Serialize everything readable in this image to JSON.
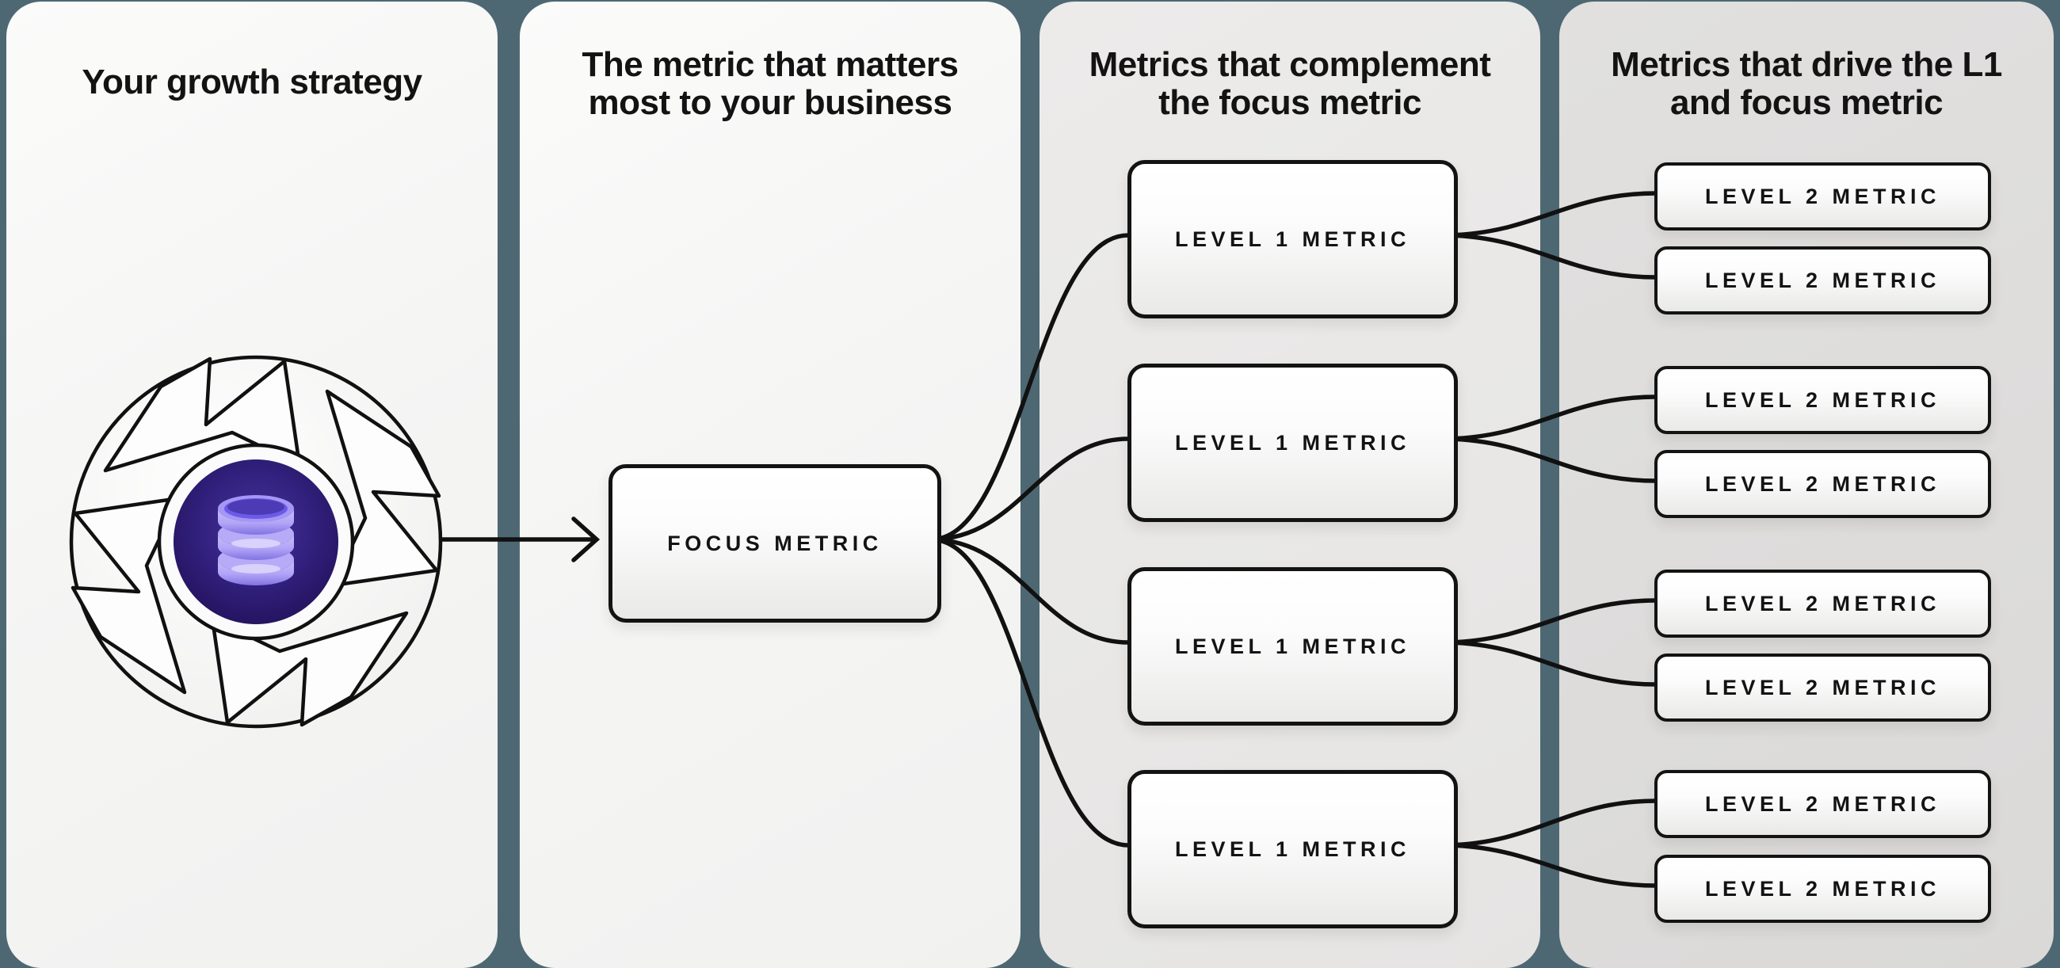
{
  "diagram": {
    "description": "Growth strategy metrics tree diagram",
    "background_color": "#4d6872",
    "line_color": "#111111"
  },
  "columns": [
    {
      "title": "Your growth strategy",
      "panel_bg": "#f5f5f4",
      "icon": "growth-flywheel-with-database"
    },
    {
      "title_line1": "The metric that matters",
      "title_line2": "most to your business",
      "panel_bg": "#f5f5f4",
      "box": {
        "label": "FOCUS METRIC"
      }
    },
    {
      "title_line1": "Metrics that complement",
      "title_line2": "the focus metric",
      "panel_bg": "#e8e7e6",
      "boxes": [
        {
          "label": "LEVEL 1 METRIC"
        },
        {
          "label": "LEVEL 1 METRIC"
        },
        {
          "label": "LEVEL 1 METRIC"
        },
        {
          "label": "LEVEL 1 METRIC"
        }
      ]
    },
    {
      "title_line1": "Metrics that drive the L1",
      "title_line2": "and focus metric",
      "panel_bg": "#dddcdb",
      "boxes": [
        {
          "label": "LEVEL 2 METRIC"
        },
        {
          "label": "LEVEL 2 METRIC"
        },
        {
          "label": "LEVEL 2 METRIC"
        },
        {
          "label": "LEVEL 2 METRIC"
        },
        {
          "label": "LEVEL 2 METRIC"
        },
        {
          "label": "LEVEL 2 METRIC"
        },
        {
          "label": "LEVEL 2 METRIC"
        },
        {
          "label": "LEVEL 2 METRIC"
        }
      ]
    }
  ],
  "icon_colors": {
    "inner_circle_center": "#413193",
    "inner_circle_edge": "#23125c",
    "database_band": "#b7abf8",
    "database_highlight": "#dcd6fc",
    "database_shadow": "#8273e2",
    "database_opening": "#6d5ae8"
  }
}
